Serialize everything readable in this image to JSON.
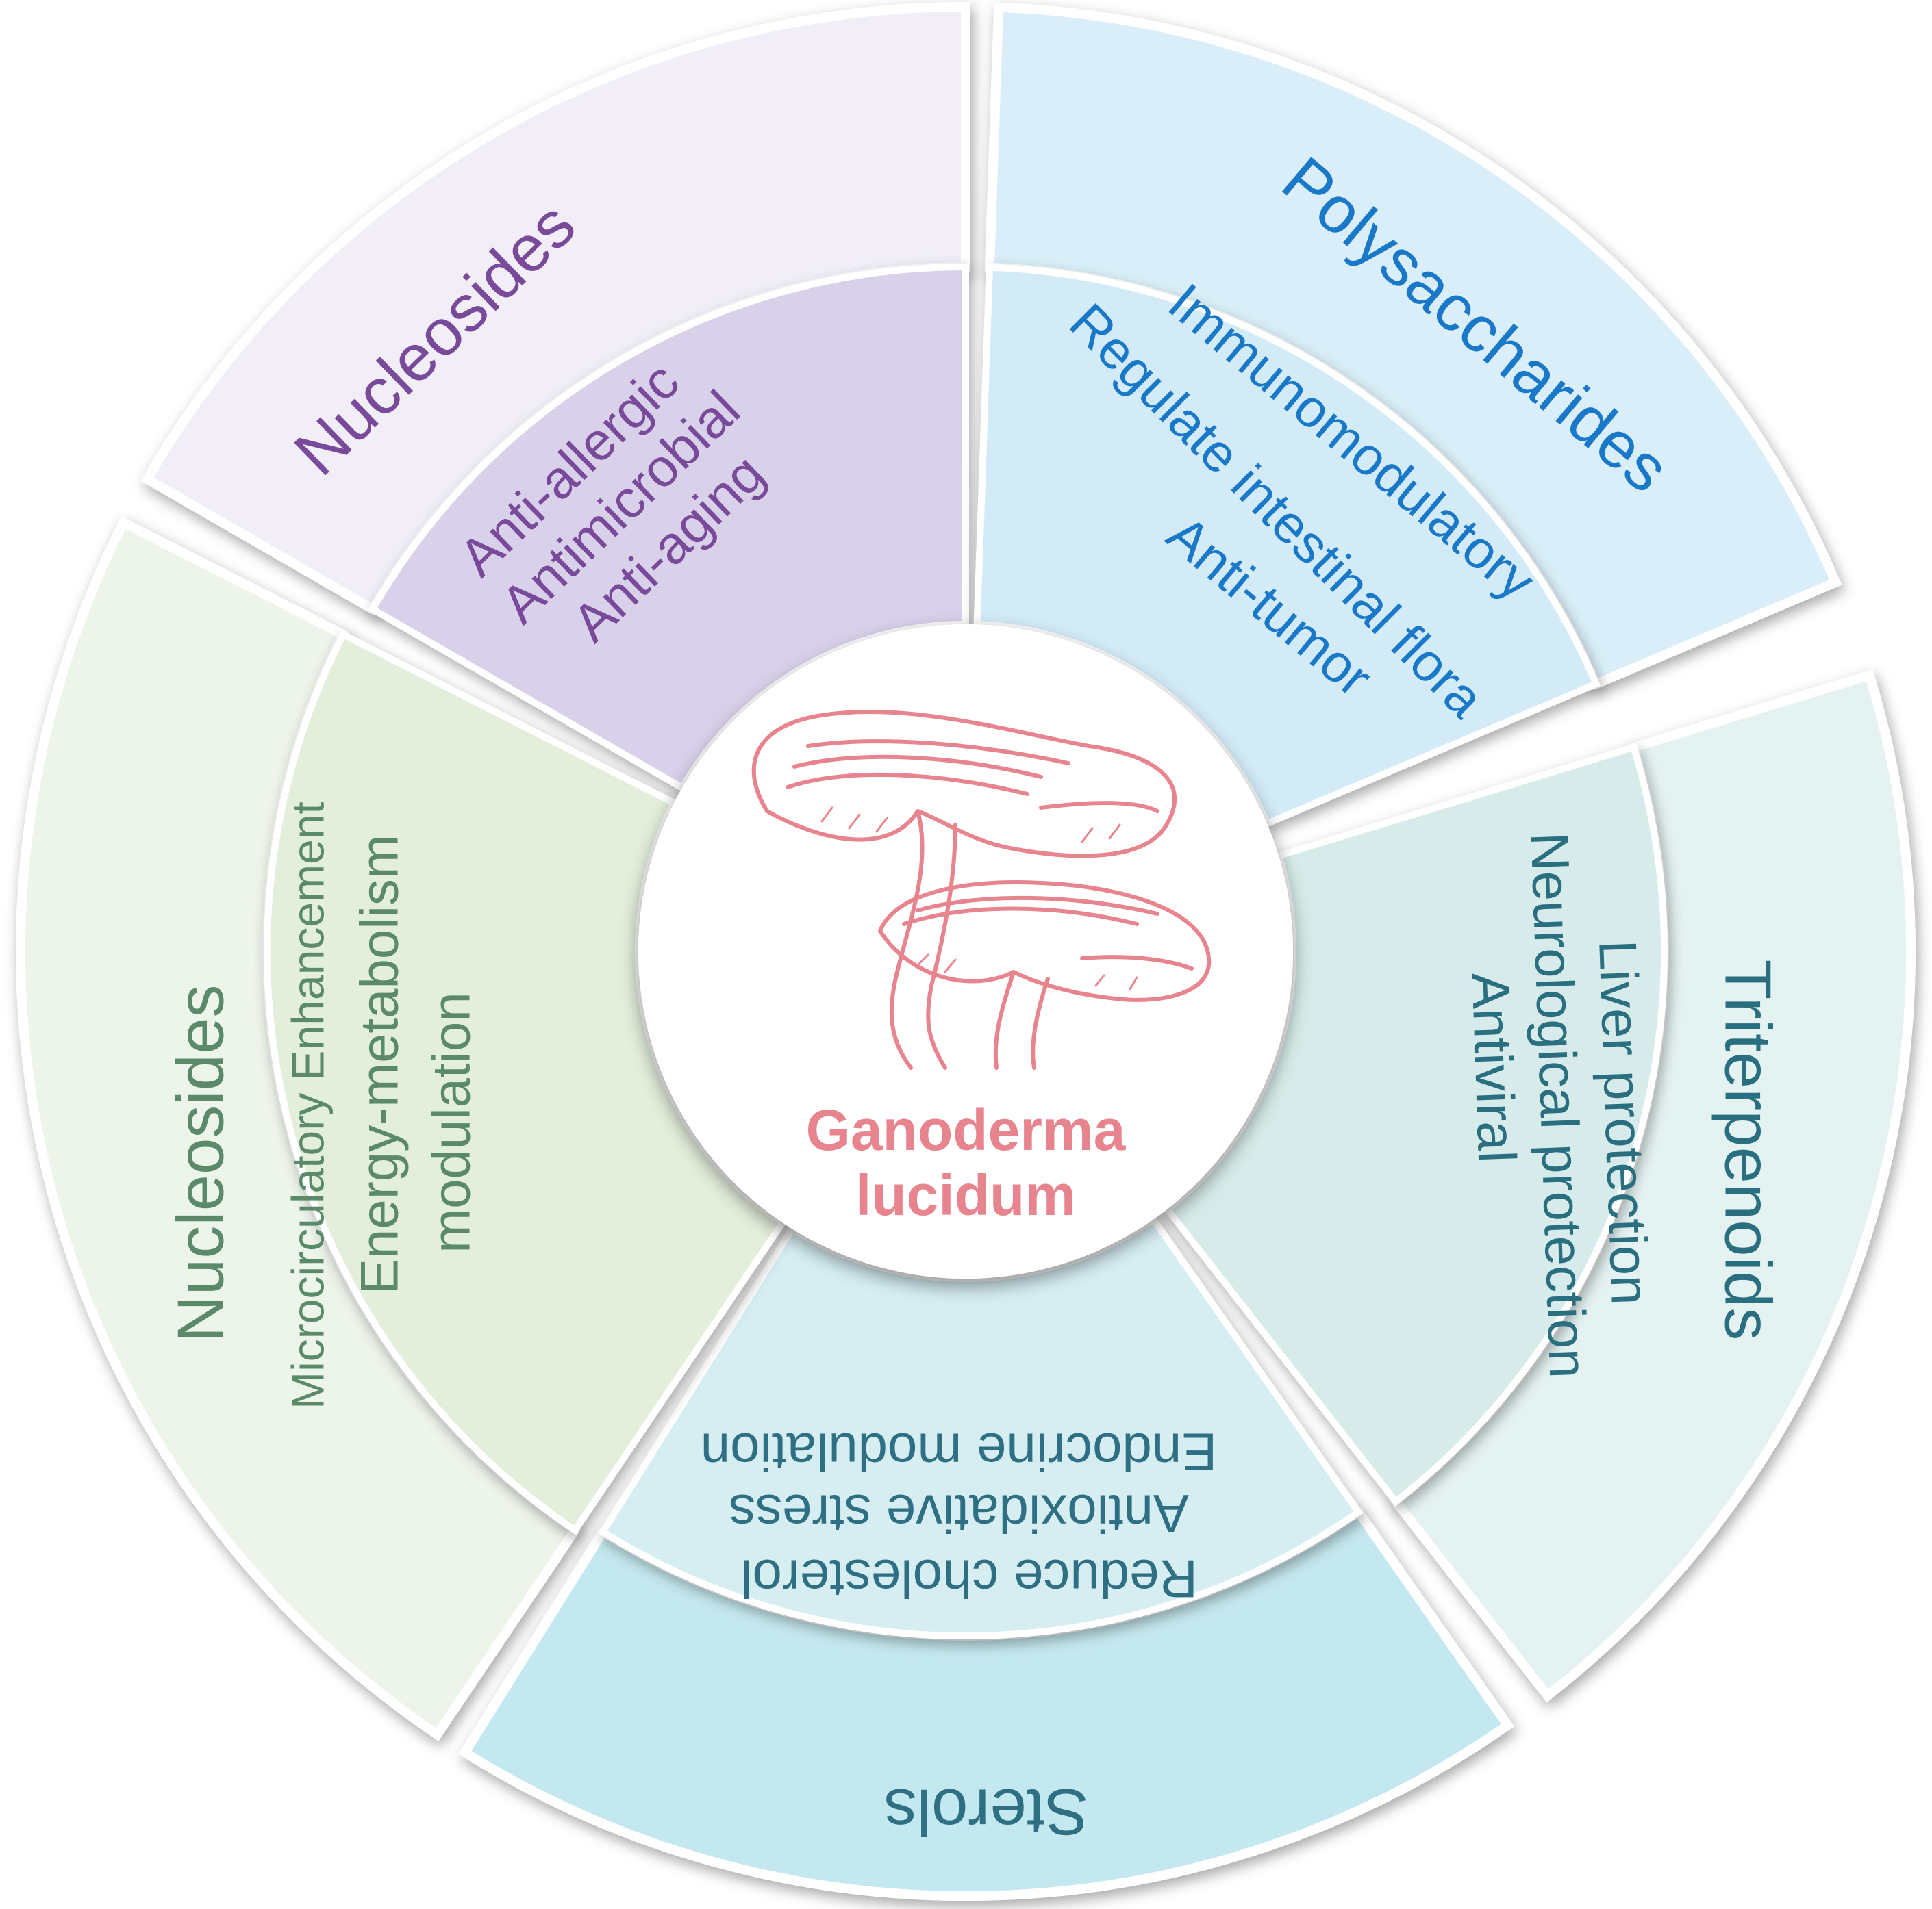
{
  "center": {
    "title_line1": "Ganoderma",
    "title_line2": "lucidum",
    "icon": "ganoderma-mushroom-icon",
    "color": "#e8848e"
  },
  "segments": [
    {
      "id": "nucleosides-top",
      "category": "Nucleosides",
      "effects": [
        "Anti-allergic",
        "Antimicrobial",
        "Anti-aging"
      ],
      "text_color": "#7a4a9a",
      "inner_color": "#d9d1ea",
      "outer_color": "#f1eef8"
    },
    {
      "id": "polysaccharides",
      "category": "Polysaccharides",
      "effects": [
        "Immunomodulatory",
        "Regulate intestinal flora",
        "Anti-tumor"
      ],
      "text_color": "#1a78c8",
      "inner_color": "#d2ebf7",
      "outer_color": "#d9eef8"
    },
    {
      "id": "triterpenoids",
      "category": "Triterpenoids",
      "effects": [
        "Liver protection",
        "Neurological protection",
        "Antiviral"
      ],
      "text_color": "#2a6f80",
      "inner_color": "#d6ebea",
      "outer_color": "#e4f2f1"
    },
    {
      "id": "sterols",
      "category": "Sterols",
      "effects": [
        "Reduce cholesterol",
        "Antioxidative stress",
        "Endocrine modulation"
      ],
      "text_color": "#2e6f84",
      "inner_color": "#d6eef2",
      "outer_color": "#c4e8ef"
    },
    {
      "id": "nucleosides-left",
      "category": "Nucleosides",
      "effects": [
        "Energy-metabolism modulation",
        "Microcirculatory Enhancement"
      ],
      "effect_lines": [
        "Microcirculatory Enhancement",
        "Energy-metabolism",
        "modulation"
      ],
      "text_color": "#5a8a6a",
      "inner_color": "#e3eedb",
      "outer_color": "#edf4ea"
    }
  ]
}
